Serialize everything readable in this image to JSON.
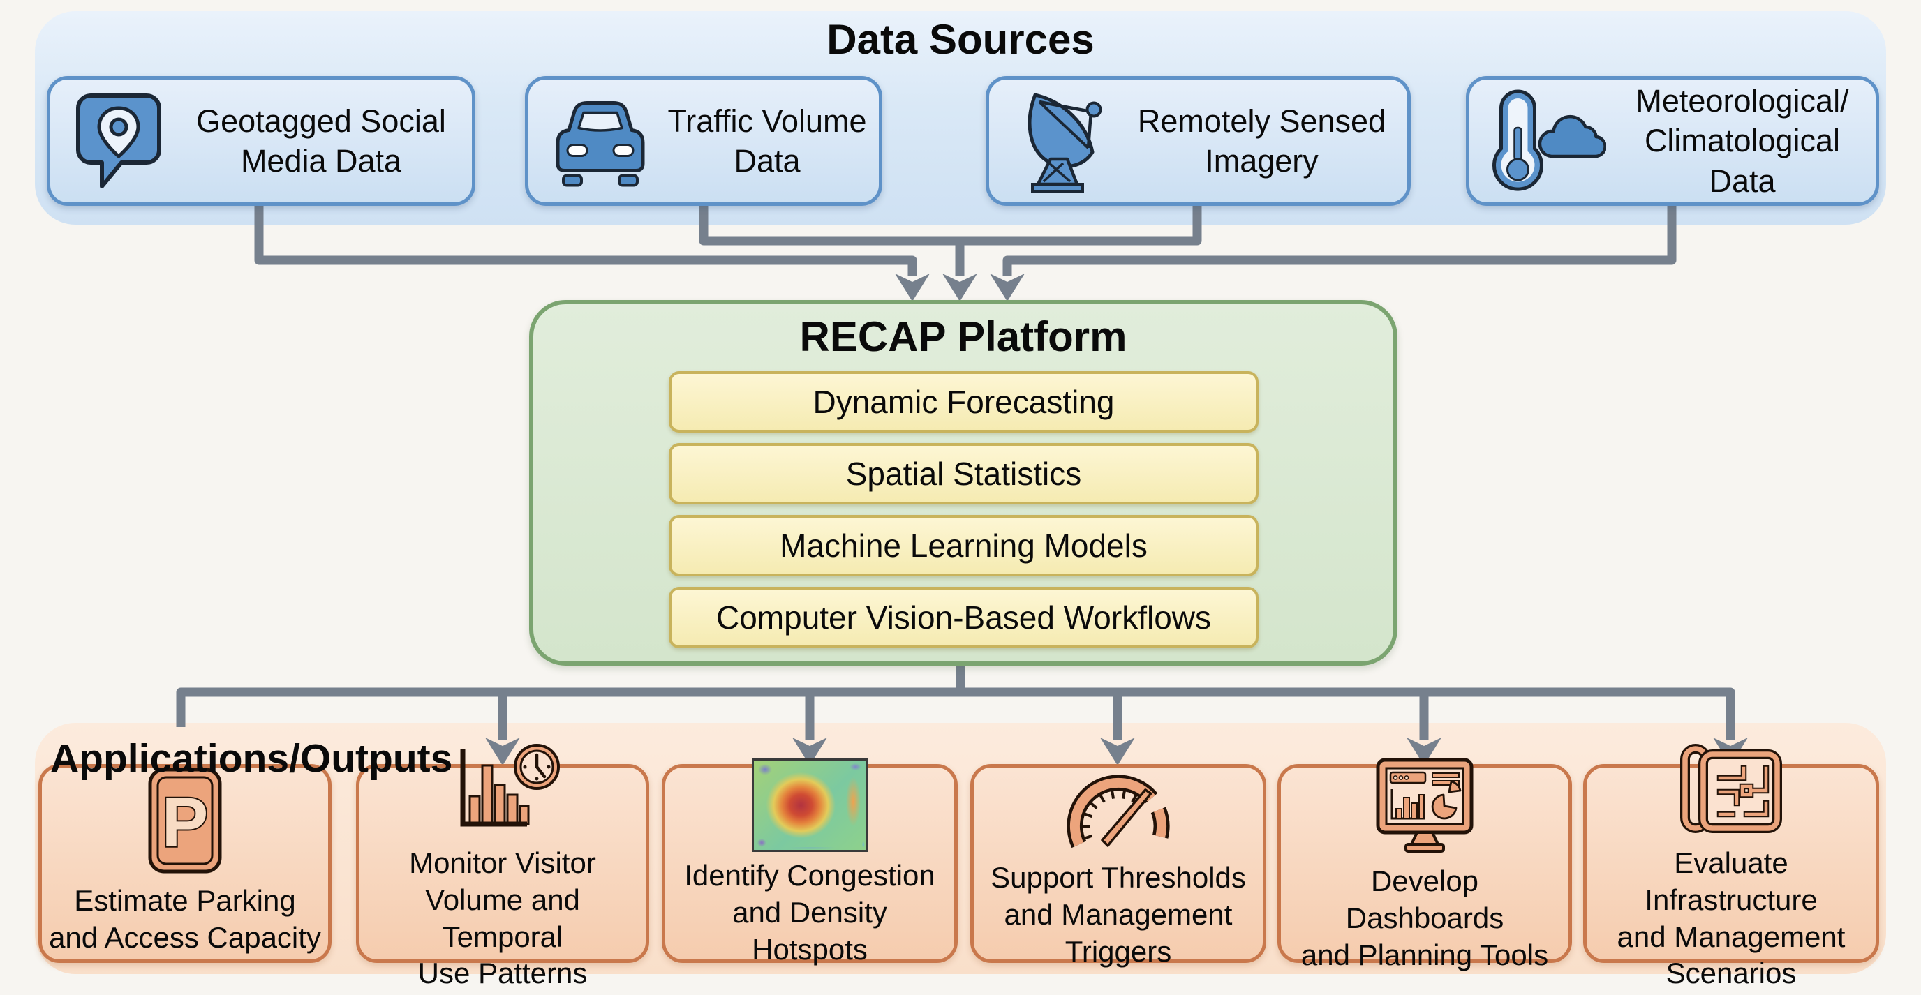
{
  "figure": {
    "type": "flow-diagram",
    "background": "#f7f5f1"
  },
  "colors": {
    "source_panel_fill": "#d9e8f6",
    "source_box_border": "#5f92c8",
    "source_icon_blue": "#5b93cc",
    "platform_fill": "#d9e8d2",
    "platform_border": "#7ba470",
    "component_fill": "#f9f0c3",
    "component_border": "#c8b35c",
    "apps_panel_fill": "#fae4d3",
    "app_box_border": "#c9784c",
    "app_icon_salmon": "#eca47c",
    "connector_gray": "#76808d",
    "text": "#0a0a0a"
  },
  "data_sources": {
    "title": "Data Sources",
    "items": [
      {
        "icon": "geotagged-social-media-icon",
        "lines": [
          "Geotagged Social",
          "Media Data"
        ]
      },
      {
        "icon": "traffic-volume-icon",
        "lines": [
          "Traffic Volume",
          "Data"
        ]
      },
      {
        "icon": "remotely-sensed-icon",
        "lines": [
          "Remotely Sensed",
          "Imagery"
        ]
      },
      {
        "icon": "meteorological-icon",
        "lines": [
          "Meteorological/",
          "Climatological Data"
        ]
      }
    ]
  },
  "platform": {
    "title": "RECAP Platform",
    "components": [
      "Dynamic Forecasting",
      "Spatial Statistics",
      "Machine Learning Models",
      "Computer Vision-Based Workflows"
    ]
  },
  "applications": {
    "title": "Applications/Outputs",
    "items": [
      {
        "icon": "parking-sign-icon",
        "lines": [
          "Estimate Parking",
          "and Access Capacity"
        ]
      },
      {
        "icon": "bar-chart-clock-icon",
        "lines": [
          "Monitor Visitor",
          "Volume and Temporal",
          "Use Patterns"
        ]
      },
      {
        "icon": "heatmap-icon",
        "lines": [
          "Identify Congestion",
          "and Density Hotspots"
        ]
      },
      {
        "icon": "gauge-icon",
        "lines": [
          "Support Thresholds",
          "and Management",
          "Triggers"
        ]
      },
      {
        "icon": "dashboard-monitor-icon",
        "lines": [
          "Develop Dashboards",
          "and Planning Tools"
        ]
      },
      {
        "icon": "blueprint-icon",
        "lines": [
          "Evaluate Infrastructure",
          "and Management",
          "Scenarios"
        ]
      }
    ]
  }
}
